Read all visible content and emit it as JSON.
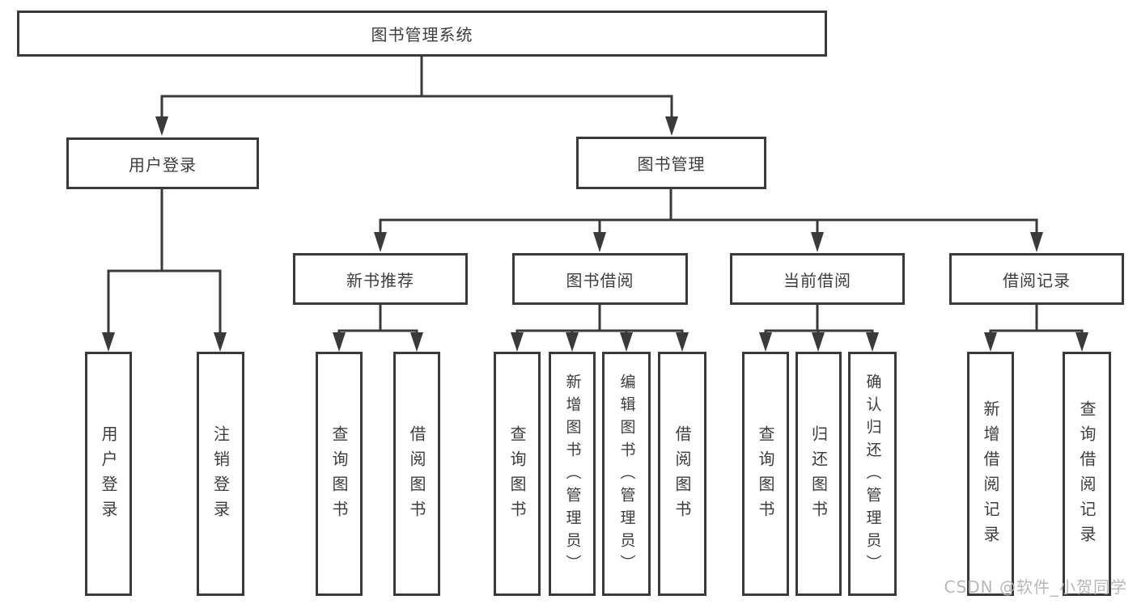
{
  "colors": {
    "line": "#3a3a3a",
    "box_border": "#3a3a3a",
    "text": "#3d3d3d",
    "watermark_text": "#b8b8b8",
    "background": "#ffffff"
  },
  "root": {
    "label": "图书管理系统"
  },
  "branches": {
    "user": {
      "label": "用户登录",
      "children": [
        {
          "label": "用户登录"
        },
        {
          "label": "注销登录"
        }
      ]
    },
    "books": {
      "label": "图书管理",
      "sections": [
        {
          "label": "新书推荐",
          "children": [
            {
              "label": "查询图书"
            },
            {
              "label": "借阅图书"
            }
          ]
        },
        {
          "label": "图书借阅",
          "children": [
            {
              "label": "查询图书"
            },
            {
              "label": "新增图书（管理员）"
            },
            {
              "label": "编辑图书（管理员）"
            },
            {
              "label": "借阅图书"
            }
          ]
        },
        {
          "label": "当前借阅",
          "children": [
            {
              "label": "查询图书"
            },
            {
              "label": "归还图书"
            },
            {
              "label": "确认归还（管理员）"
            }
          ]
        },
        {
          "label": "借阅记录",
          "children": [
            {
              "label": "新增借阅记录"
            },
            {
              "label": "查询借阅记录"
            }
          ]
        }
      ]
    }
  },
  "watermark": {
    "text": "CSDN @软件_小贺同学"
  }
}
